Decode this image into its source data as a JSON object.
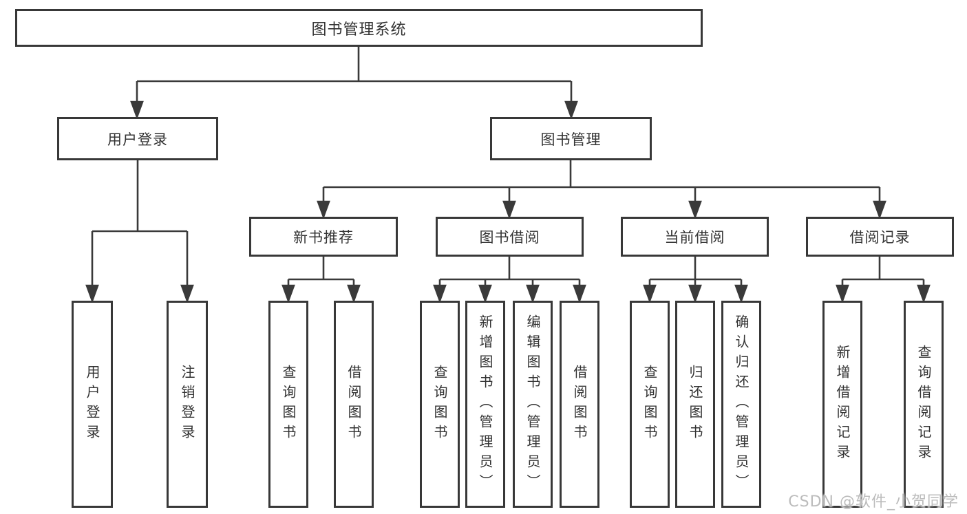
{
  "tree": {
    "root": {
      "label": "图书管理系统",
      "children": [
        {
          "label": "用户登录",
          "children": [
            {
              "label": "用户登录"
            },
            {
              "label": "注销登录"
            }
          ]
        },
        {
          "label": "图书管理",
          "children": [
            {
              "label": "新书推荐",
              "children": [
                {
                  "label": "查询图书"
                },
                {
                  "label": "借阅图书"
                }
              ]
            },
            {
              "label": "图书借阅",
              "children": [
                {
                  "label": "查询图书"
                },
                {
                  "label": "新增图书（管理员）"
                },
                {
                  "label": "编辑图书（管理员）"
                },
                {
                  "label": "借阅图书"
                }
              ]
            },
            {
              "label": "当前借阅",
              "children": [
                {
                  "label": "查询图书"
                },
                {
                  "label": "归还图书"
                },
                {
                  "label": "确认归还（管理员）"
                }
              ]
            },
            {
              "label": "借阅记录",
              "children": [
                {
                  "label": "新增借阅记录"
                },
                {
                  "label": "查询借阅记录"
                }
              ]
            }
          ]
        }
      ]
    }
  },
  "watermark": {
    "text": "CSDN @软件_小贺同学"
  },
  "colors": {
    "line": "#3a3a3a",
    "box_border": "#383838",
    "text": "#333333",
    "background": "#ffffff",
    "watermark": "#bcbcbc"
  }
}
